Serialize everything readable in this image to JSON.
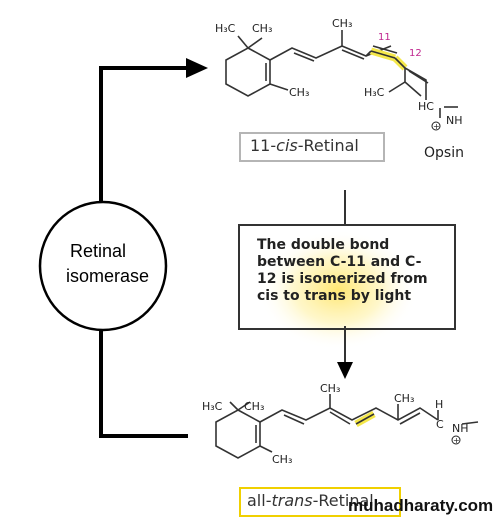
{
  "top_molecule": {
    "name_prefix": "11-",
    "name_italic": "cis",
    "name_suffix": "-Retinal",
    "methyl_left": "H₃C",
    "methyl_ring_top": "CH₃",
    "methyl_ring_bottom": "CH₃",
    "methyl_chain_1": "CH₃",
    "methyl_chain_2": "H₃C",
    "imine_carbon": "HC",
    "imine_nitrogen": "NH",
    "charge": "+",
    "carbon_11": "11",
    "carbon_12": "12",
    "opsin": "Opsin"
  },
  "enzyme": {
    "line1": "Retinal",
    "line2": "isomerase"
  },
  "note": {
    "line1": "The double bond",
    "line2": "between C-11 and C-",
    "line3": "12 is isomerized from",
    "line4": "cis to trans by light"
  },
  "bottom_molecule": {
    "name_prefix": "all-",
    "name_italic": "trans",
    "name_suffix": "-Retinal",
    "methyl_left": "H₃C",
    "methyl_ring_top": "CH₃",
    "methyl_ring_bottom": "CH₃",
    "methyl_chain_1": "CH₃",
    "methyl_chain_2": "CH₃",
    "imine_h": "H",
    "imine_carbon": "C",
    "imine_nitrogen": "NH",
    "charge": "+"
  },
  "watermark": "muhadharaty.com",
  "colors": {
    "line": "#000000",
    "bond": "#333333",
    "highlight": "#f5e84a",
    "carbon_label": "#c0278f",
    "glow": "#ffe56a",
    "bottom_box_border": "#f0d000"
  }
}
